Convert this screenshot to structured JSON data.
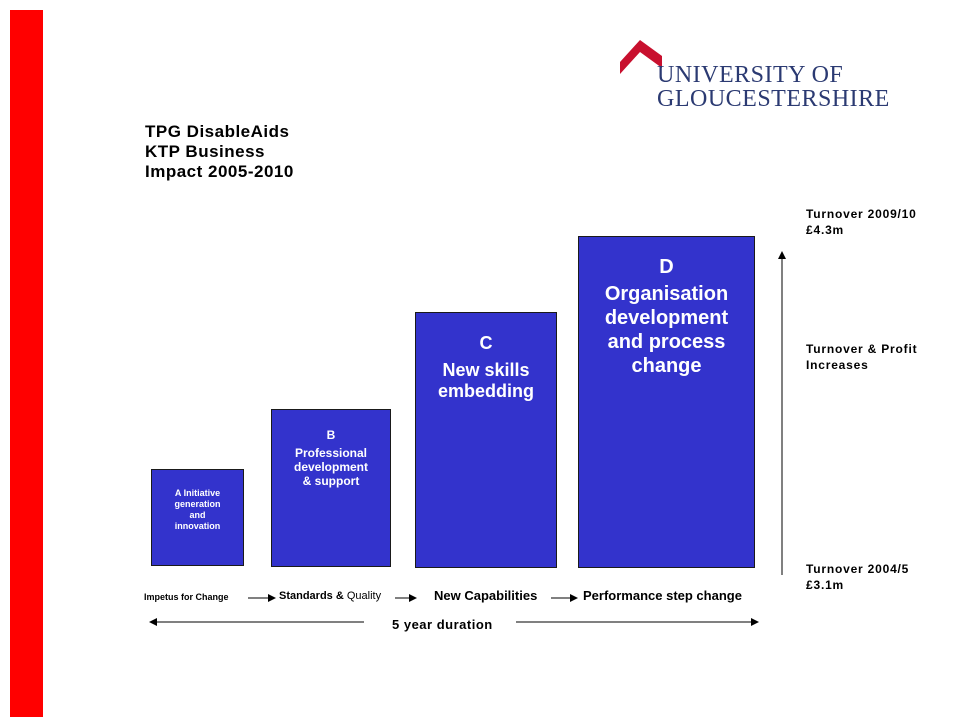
{
  "logo": {
    "line1": "UNIVERSITY OF",
    "line2": "GLOUCESTERSHIRE",
    "color": "#2b3a72",
    "chevron_color": "#c8102e"
  },
  "title": {
    "line1": "TPG DisableAids",
    "line2": "KTP Business",
    "line3": "Impact 2005-2010"
  },
  "boxes": {
    "a": {
      "lines": [
        "A Initiative",
        "generation",
        "and",
        "innovation"
      ]
    },
    "b": {
      "lines": [
        "B",
        "Professional",
        "development",
        "& support"
      ]
    },
    "c": {
      "lines": [
        "C",
        "New skills",
        "embedding"
      ]
    },
    "d": {
      "lines": [
        "D",
        "Organisation",
        "development",
        "and process",
        "change"
      ]
    },
    "color": "#3333cc"
  },
  "turnover": {
    "top_line1": "Turnover 2009/10",
    "top_line2": "£4.3m",
    "mid_line1": "Turnover & Profit",
    "mid_line2": "Increases",
    "bottom_line1": "Turnover 2004/5",
    "bottom_line2": "£3.1m"
  },
  "stages": {
    "s1": "Impetus for Change",
    "s2_bold": "Standards &",
    "s2_normal": "Quality",
    "s3": "New Capabilities",
    "s4": "Performance step change"
  },
  "duration": "5 year duration",
  "accent_red": "#ff0000"
}
